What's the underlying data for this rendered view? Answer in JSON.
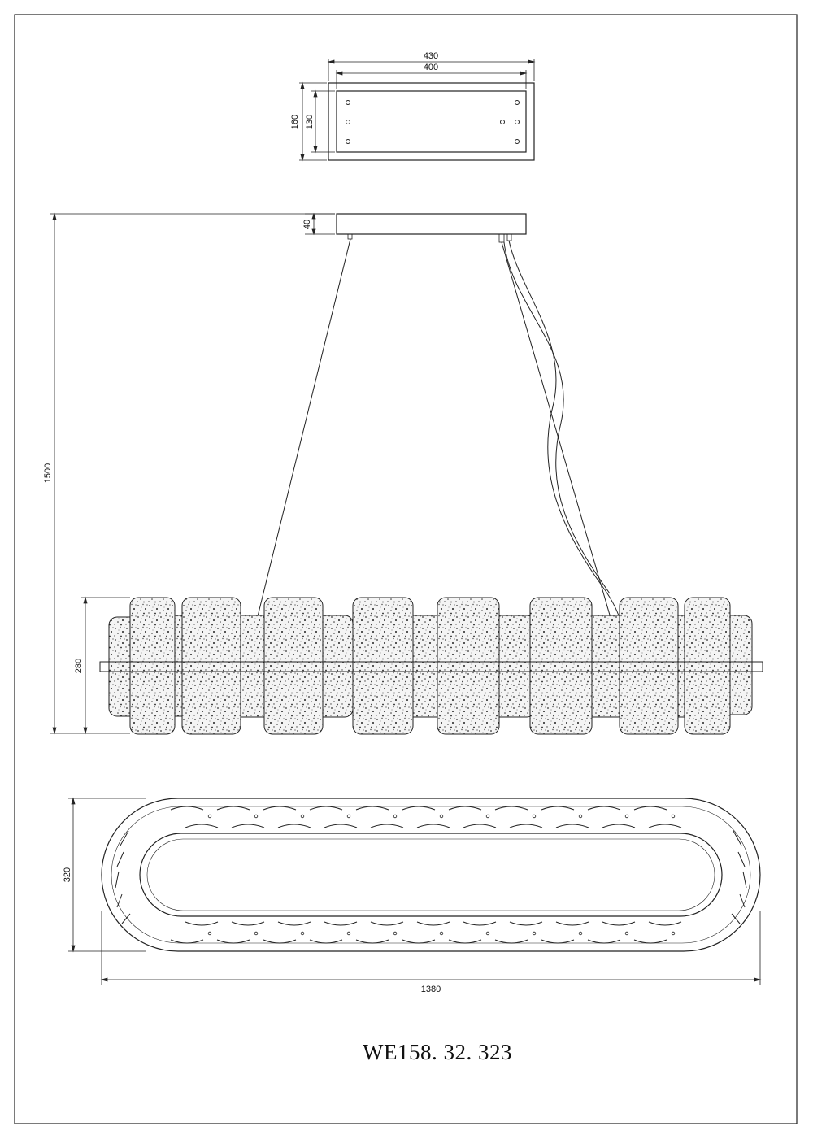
{
  "drawing": {
    "model_number": "WE158. 32. 323",
    "dimensions": {
      "canopy_outer_width": "430",
      "canopy_inner_width": "400",
      "canopy_outer_depth": "160",
      "canopy_inner_depth": "130",
      "canopy_height": "40",
      "total_height": "1500",
      "body_height": "280",
      "body_depth": "320",
      "body_length": "1380"
    },
    "colors": {
      "line": "#222222",
      "speckle": "#333333",
      "background": "#ffffff"
    }
  }
}
